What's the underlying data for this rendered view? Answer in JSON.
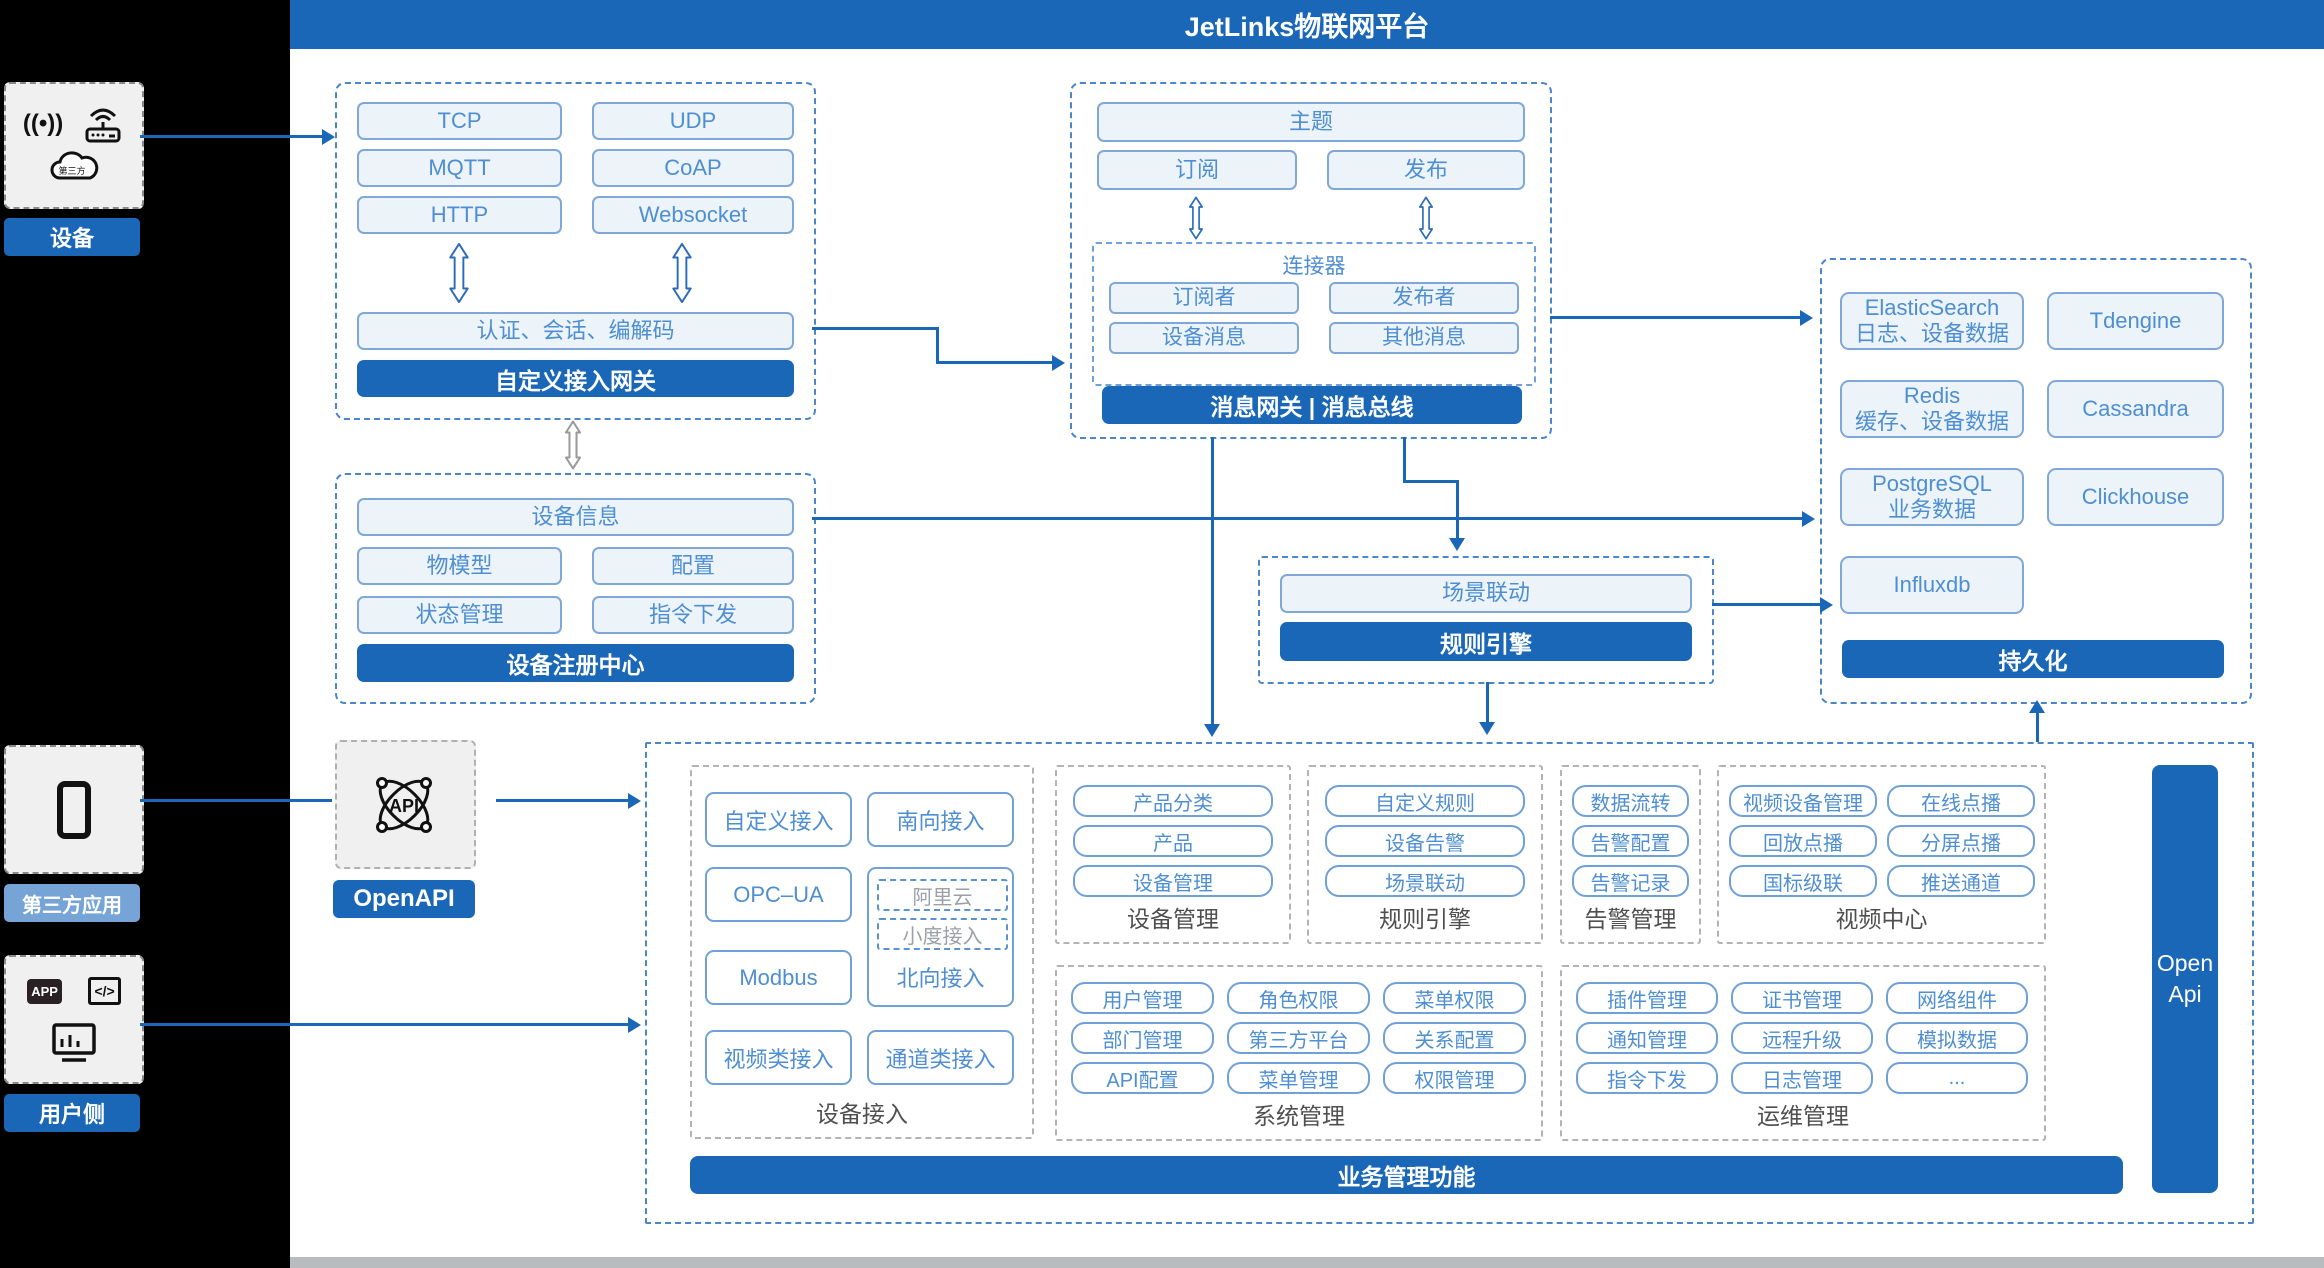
{
  "header": {
    "title": "JetLinks物联网平台"
  },
  "sidebar": {
    "device": {
      "label": "设备",
      "cloud_text": "第三方"
    },
    "third_party": {
      "label": "第三方应用"
    },
    "user": {
      "label": "用户侧",
      "app_icon_text": "APP",
      "code_icon_text": "</>"
    }
  },
  "gateway_box": {
    "protocols": [
      "TCP",
      "UDP",
      "MQTT",
      "CoAP",
      "HTTP",
      "Websocket"
    ],
    "middle": "认证、会话、编解码",
    "footer": "自定义接入网关"
  },
  "message_box": {
    "topic": "主题",
    "subscribe": "订阅",
    "publish": "发布",
    "connector": {
      "title": "连接器",
      "items": [
        "订阅者",
        "发布者",
        "设备消息",
        "其他消息"
      ]
    },
    "footer": "消息网关 | 消息总线"
  },
  "persistence_box": {
    "items": [
      "ElasticSearch\n日志、设备数据",
      "Tdengine",
      "Redis\n缓存、设备数据",
      "Cassandra",
      "PostgreSQL\n业务数据",
      "Clickhouse",
      "Influxdb"
    ],
    "footer": "持久化"
  },
  "registry_box": {
    "top": "设备信息",
    "items": [
      "物模型",
      "配置",
      "状态管理",
      "指令下发"
    ],
    "footer": "设备注册中心"
  },
  "rule_box": {
    "top": "场景联动",
    "footer": "规则引擎"
  },
  "openapi": {
    "label": "OpenAPI",
    "icon_text": "API"
  },
  "business_box": {
    "device_access": {
      "label": "设备接入",
      "left_items": [
        "自定义接入",
        "OPC–UA",
        "Modbus",
        "视频类接入"
      ],
      "right_top": "南向接入",
      "north_group": {
        "dashed_items": [
          "阿里云",
          "小度接入"
        ],
        "label": "北向接入"
      },
      "right_bottom": "通道类接入"
    },
    "device_mgmt": {
      "label": "设备管理",
      "items": [
        "产品分类",
        "产品",
        "设备管理"
      ]
    },
    "rule_engine": {
      "label": "规则引擎",
      "items": [
        "自定义规则",
        "设备告警",
        "场景联动"
      ]
    },
    "alarm_mgmt": {
      "label": "告警管理",
      "items": [
        "数据流转",
        "告警配置",
        "告警记录"
      ]
    },
    "video_center": {
      "label": "视频中心",
      "items": [
        "视频设备管理",
        "在线点播",
        "回放点播",
        "分屏点播",
        "国标级联",
        "推送通道"
      ]
    },
    "system_mgmt": {
      "label": "系统管理",
      "items": [
        "用户管理",
        "角色权限",
        "菜单权限",
        "部门管理",
        "第三方平台",
        "关系配置",
        "API配置",
        "菜单管理",
        "权限管理"
      ]
    },
    "ops_mgmt": {
      "label": "运维管理",
      "items": [
        "插件管理",
        "证书管理",
        "网络组件",
        "通知管理",
        "远程升级",
        "模拟数据",
        "指令下发",
        "日志管理",
        "..."
      ]
    },
    "footer": "业务管理功能",
    "open_api": "Open\nApi"
  },
  "colors": {
    "primary": "#1a67b8",
    "chip_text": "#4e8ed2",
    "chip_bg": "#ecf3f9",
    "dash_blue": "#4a86c8",
    "gray_border": "#b3b3b3",
    "light_label": "#77a4d6"
  }
}
